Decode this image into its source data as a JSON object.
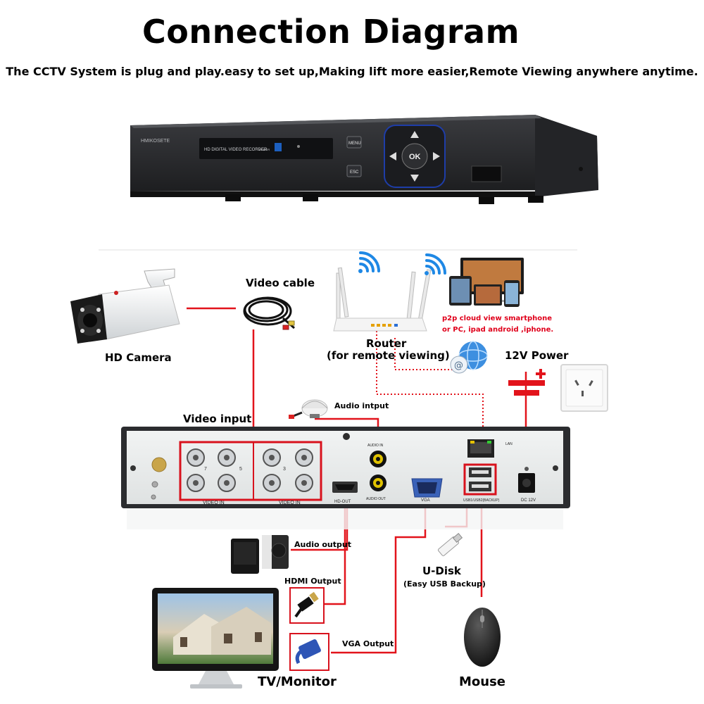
{
  "title": "Connection Diagram",
  "subtitle": "The CCTV System is plug and play.easy to set up,Making lift more easier,Remote Viewing anywhere anytime.",
  "dvr_front": {
    "brand": "HMIKOSETE",
    "model_text": "HD DIGITAL VIDEO RECORDER",
    "power_label": "POWER",
    "menu_label": "MENU",
    "esc_label": "ESC",
    "ok_label": "OK"
  },
  "labels": {
    "video_cable": "Video cable",
    "hd_camera": "HD Camera",
    "router_line1": "Router",
    "router_line2": "(for remote viewing)",
    "p2p_line1": "p2p cloud  view smartphone",
    "p2p_line2": "or PC, ipad android ,iphone.",
    "power_12v": "12V Power",
    "video_input": "Video input",
    "audio_input": "Audio intput",
    "audio_output": "Audio output",
    "hdmi_output": "HDMI Output",
    "vga_output": "VGA Output",
    "udisk_line1": "U-Disk",
    "udisk_line2": "(Easy USB Backup)",
    "tv_monitor": "TV/Monitor",
    "mouse": "Mouse"
  },
  "rear_panel": {
    "video_in_1": "VIDEO IN",
    "video_in_2": "VIDEO IN",
    "audio_in": "AUDIO IN",
    "audio_out": "AUDIO OUT",
    "hd_out": "HD-OUT",
    "vga": "VGA",
    "lan": "LAN",
    "usb": "USB1/USB2(BACKUP)",
    "dc": "DC 12V",
    "port_num_7": "7",
    "port_num_5": "5",
    "port_num_3": "3"
  },
  "colors": {
    "connector_red": "#e2131b",
    "dvr_body": "#2a2b2e",
    "panel_bg": "#e9ecec",
    "highlight_red": "#d8121d",
    "wifi_blue": "#1e88e5"
  },
  "icons": [
    "camera-icon",
    "cable-icon",
    "router-icon",
    "wifi-icon",
    "devices-icon",
    "globe-icon",
    "power-outlet-icon",
    "microphone-icon",
    "speaker-icon",
    "hdmi-plug-icon",
    "vga-plug-icon",
    "usb-disk-icon",
    "monitor-icon",
    "mouse-icon"
  ]
}
